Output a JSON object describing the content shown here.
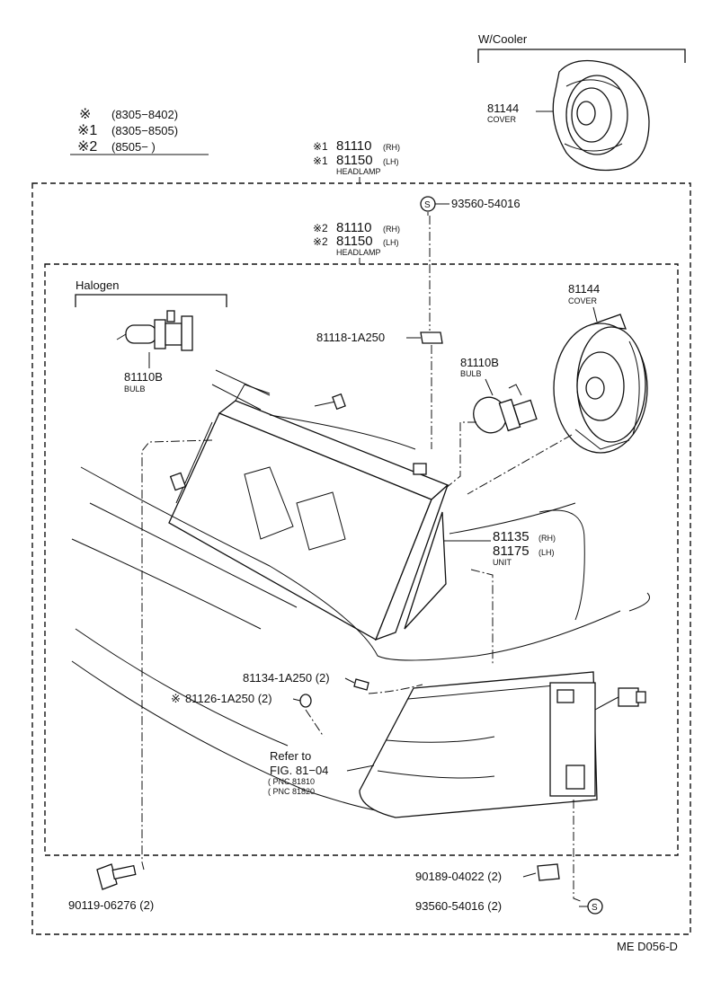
{
  "legend": {
    "rows": [
      {
        "mark": "※",
        "range": "(8305−8402)"
      },
      {
        "mark": "※1",
        "range": "(8305−8505)"
      },
      {
        "mark": "※2",
        "range": "(8505−        )"
      }
    ]
  },
  "cooler": {
    "title": "W/Cooler",
    "part_no": "81144",
    "part_name": "COVER"
  },
  "headlamp1": {
    "rh_mark": "※1",
    "rh": "81110",
    "rh_side": "(RH)",
    "lh_mark": "※1",
    "lh": "81150",
    "lh_side": "(LH)",
    "name": "HEADLAMP"
  },
  "headlamp2": {
    "rh_mark": "※2",
    "rh": "81110",
    "rh_side": "(RH)",
    "lh_mark": "※2",
    "lh": "81150",
    "lh_side": "(LH)",
    "name": "HEADLAMP"
  },
  "screw_top": {
    "symbol": "S",
    "part_no": "93560-54016"
  },
  "halogen": {
    "title": "Halogen",
    "part_no": "81110B",
    "part_name": "BULB"
  },
  "bulb2": {
    "part_no": "81110B",
    "part_name": "BULB"
  },
  "clip": {
    "part_no": "81118-1A250"
  },
  "cover2": {
    "part_no": "81144",
    "part_name": "COVER"
  },
  "unit": {
    "rh": "81135",
    "rh_side": "(RH)",
    "lh": "81175",
    "lh_side": "(LH)",
    "name": "UNIT"
  },
  "screw1": {
    "part_no": "81134-1A250 (2)"
  },
  "screw2": {
    "mark": "※",
    "part_no": "81126-1A250 (2)"
  },
  "refer": {
    "line1": "Refer to",
    "line2": "FIG. 81−04",
    "line3": "( PNC 81810",
    "line4": "( PNC 81820"
  },
  "bolt": {
    "part_no": "90119-06276 (2)"
  },
  "nut": {
    "part_no": "90189-04022 (2)"
  },
  "screw_bottom": {
    "symbol": "S",
    "part_no": "93560-54016 (2)"
  },
  "footer": {
    "code": "ME D056-D"
  }
}
